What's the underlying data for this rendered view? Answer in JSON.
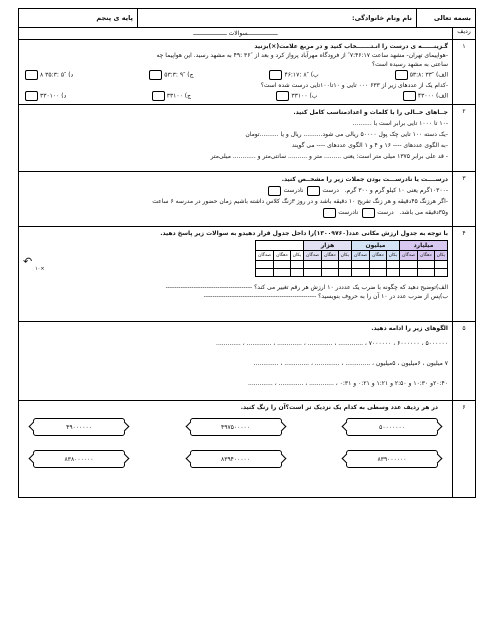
{
  "header": {
    "title": "بسمه تعالی",
    "name_label": "نام ونام خانوادگی:",
    "grade_label": "پایه ی پنجم"
  },
  "subheader": {
    "row_label": "ردیف",
    "questions_label": "ـــــــــــــــــسوالات ـــــــــــــــــــ"
  },
  "q1": {
    "num": "۱",
    "instruction": "گـزینــــــه ی درست را انـتـــــــخاب کنید و در مربع علامت(×)بزنید",
    "p1": "-هواپیمای تهران- مشهد ساعت ۷:۴۶:۱۷″ از فرودگاه مهرآباد پرواز کرد و بعد از ″۳۶ :۴۹ به مشهد رسید. این هواپیما چه",
    "p2": "ساعتی به مشهد رسیده است؟",
    "opts1": [
      "الف) ″۳۳ :۵۳:۸",
      "ب) ″۸ :۴۶:۱۷",
      "ج) ″۹ :۵۳:۳",
      "د) ″۵ :۳۵:۳ ۸"
    ],
    "p3": "-کدام یک از عددهای زیر از ۶۳۳ ۰۰۰ تایی و ۱۰تا۱۰۰تایی درست شده است؟",
    "opts2": [
      "الف) ۴۳۰۰۰",
      "ب) ۳۳۱۰۰",
      "ج) ۳۳۱۰۰",
      "د) ۳۳۰۱۰۰"
    ]
  },
  "q2": {
    "num": "۲",
    "instruction": "جــاهای خــالی را با کلمات و اعدادمناسب کامل کنید.",
    "lines": [
      "-۱۰ تا ۱۰۰۰ تایی برابر است با ..........",
      "-یک دسته ۱۰۰ تایی چک پول ۵۰۰۰۰ ریالی می شود.......... ریال و یا ..........تومان",
      "-به الگوی عددهای ---- ۱۶ و ۴ و ۱ الگوی عددهای ---- می گویند",
      "- قد علی برابر ۱۳۷۵ میلی متر است: یعنی ......... متر و .......... سانتی‌متر و ............ میلی‌متر"
    ]
  },
  "q3": {
    "num": "۳",
    "instruction": "درســــت یا نادرســـت بودن جملات زیر را مشخــص کنید.",
    "line1": "-۱۰۳۰۰گرم یعنی ۱۰ کیلو گرم و ۳۰۰ گرم.",
    "true_label": "درست",
    "false_label": "نادرست",
    "line2": "-اگر هرزنگ ۴۵دقیقه و هر زنگ تفریح ۱۰ دقیقه باشد و در روز ۳زنگ کلاس داشته باشیم زمان حضور در مدرسه ۶ ساعت",
    "line3": "و۳۵دقیقه می باشد."
  },
  "q4": {
    "num": "۴",
    "instruction": "با توجه به جدول ارزش مکانی عدد(۱۳۰۰۹۷۶۰)را داخل جدول قرار دهیدو به سوالات زیر پاسخ دهید.",
    "groups": [
      "میلیارد",
      "میلیون",
      "هزار",
      ""
    ],
    "cols": [
      "یکان",
      "دهگان",
      "صدگان"
    ],
    "x10": "×۱۰",
    "qa": "الف)توضیح دهید که چگونه با ضرب یک عدددر ۱۰ ارزش هر رقم تغییر می کند؟ ----------------------------------------",
    "qb": "ب)پس از ضرب عدد در ۱۰ آن را به حروف بنویسید؟ ----------------------------------------------------"
  },
  "q5": {
    "num": "۵",
    "instruction": "الگوهای زیر را ادامه دهید.",
    "l1": "۵۰۰۰۰۰۰ ، ۶۰۰۰۰۰۰ ، ۷۰۰۰۰۰۰ ، ............. ، ............. ، ............. ، ............. ، .............",
    "l2": "۷ میلیون ، ۶میلیون ، ۵میلیون ، ............. ، ............. ، ............. ، .............",
    "l3": "۲۰:۴۰و ۱۰:۳۰ و ۲:۵۰ و ۱:۲۱ و ۰:۲۱ و ۰:۳۱ ، ............. ، ............. ، ............."
  },
  "q6": {
    "num": "۶",
    "instruction": "در هر ردیف عدد وسطی به کدام یک نزدیک تر است؟آن را رنگ کنید.",
    "row1": [
      "۵۰۰۰۰۰۰۰",
      "۴۹۷۵۰۰۰۰۰",
      "۴۹۰۰۰۰۰۰"
    ],
    "row2": [
      "۸۳۹۰۰۰۰۰۰",
      "۸۳۹۴۰۰۰۰۰",
      "۸۳۸۰۰۰۰۰۰"
    ]
  }
}
